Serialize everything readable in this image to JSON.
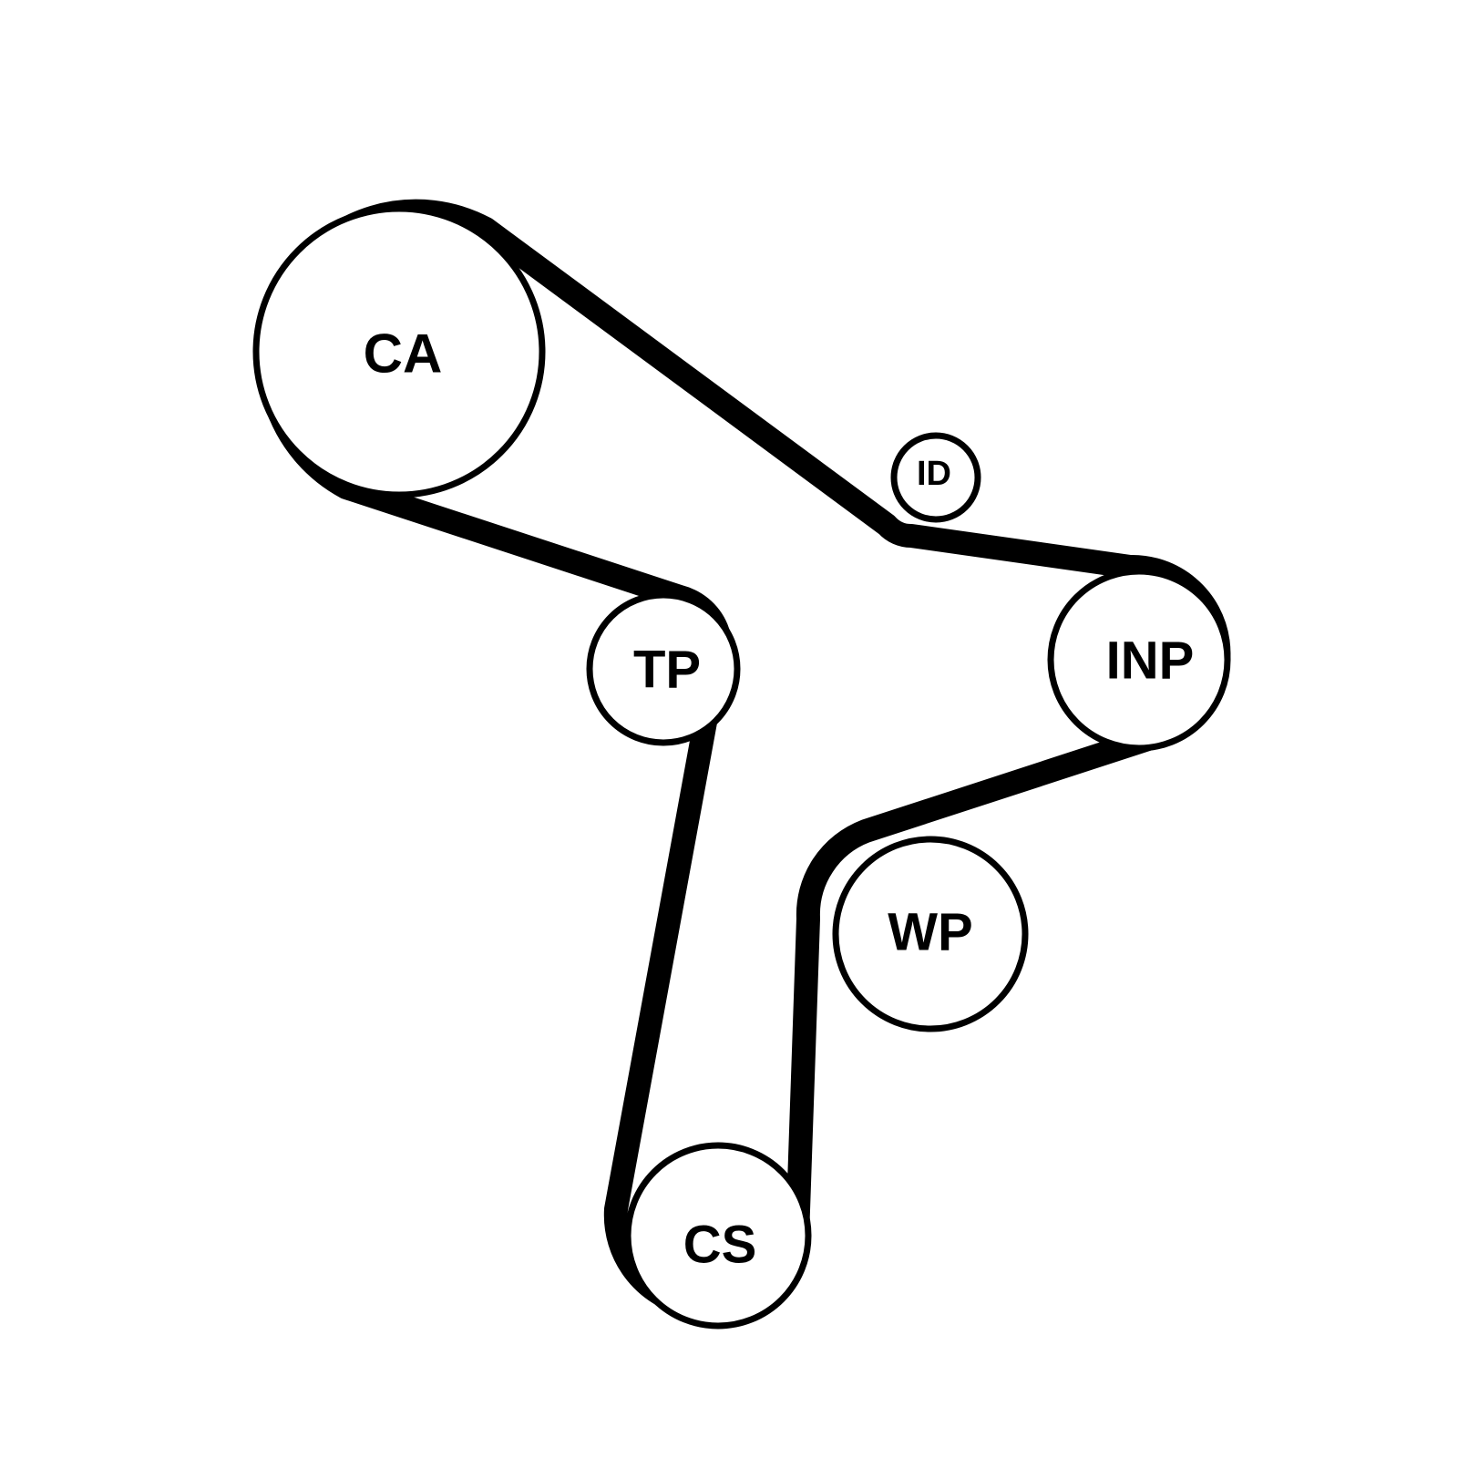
{
  "diagram": {
    "pulleys": [
      {
        "id": "ca",
        "label": "CA"
      },
      {
        "id": "id",
        "label": "ID"
      },
      {
        "id": "tp",
        "label": "TP"
      },
      {
        "id": "inp",
        "label": "INP"
      },
      {
        "id": "wp",
        "label": "WP"
      },
      {
        "id": "cs",
        "label": "CS"
      }
    ]
  }
}
